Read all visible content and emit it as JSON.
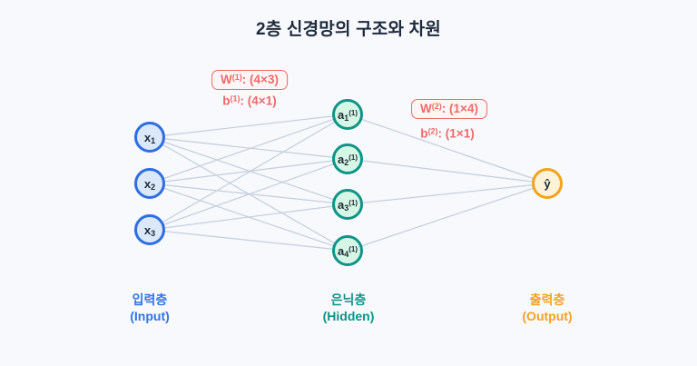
{
  "title": "2층 신경망의 구조와 차원",
  "annotations": {
    "w1": {
      "base": "W",
      "sup": "(1)",
      "rest": ": (4×3)"
    },
    "b1": {
      "base": "b",
      "sup": "(1)",
      "rest": ": (4×1)"
    },
    "w2": {
      "base": "W",
      "sup": "(2)",
      "rest": ": (1×4)"
    },
    "b2": {
      "base": "b",
      "sup": "(2)",
      "rest": ": (1×1)"
    }
  },
  "network": {
    "input_nodes": [
      {
        "base": "x",
        "sub": "1"
      },
      {
        "base": "x",
        "sub": "2"
      },
      {
        "base": "x",
        "sub": "3"
      }
    ],
    "hidden_nodes": [
      {
        "base": "a",
        "sub": "1",
        "sup": "(1)"
      },
      {
        "base": "a",
        "sub": "2",
        "sup": "(1)"
      },
      {
        "base": "a",
        "sub": "3",
        "sup": "(1)"
      },
      {
        "base": "a",
        "sub": "4",
        "sup": "(1)"
      }
    ],
    "output_node": {
      "label": "ŷ"
    }
  },
  "layers": [
    {
      "kr": "입력층",
      "en": "(Input)"
    },
    {
      "kr": "은닉층",
      "en": "(Hidden)"
    },
    {
      "kr": "출력층",
      "en": "(Output)"
    }
  ],
  "colors": {
    "background": "#f7f9fc",
    "title_text": "#1e2b3e",
    "input_accent": "#2e6de4",
    "input_fill": "#dbe8f9",
    "hidden_accent": "#0e9488",
    "hidden_fill": "#d6f7e6",
    "output_accent": "#f3a21c",
    "output_fill": "#fcf3d8",
    "annotation_red": "#ee6a6a",
    "connection_line": "#c3cede"
  }
}
